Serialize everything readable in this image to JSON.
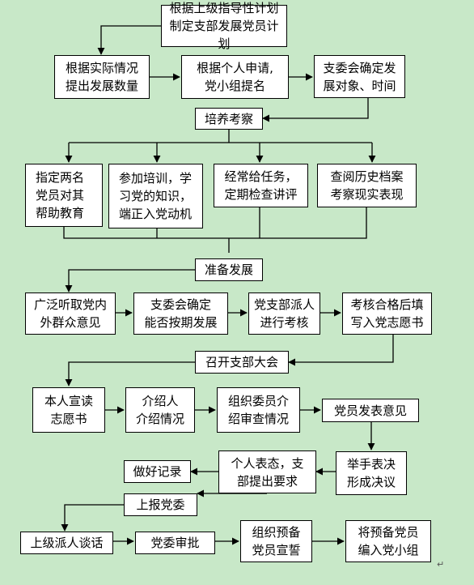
{
  "colors": {
    "background": "#c8e8c8",
    "box_fill": "#ffffff",
    "line": "#000000"
  },
  "nodes": {
    "n1": "根据上级指导性计划\n制定支部发展党员计划",
    "n2": "根据实际情况\n提出发展数量",
    "n3": "根据个人申请,\n党小组提名",
    "n4": "支委会确定发\n展对象、时间",
    "n5": "培养考察",
    "n6": "指定两名\n党员对其\n帮助教育",
    "n7": "参加培训，学\n习党的知识，\n端正入党动机",
    "n8": "经常给任务，\n定期检查讲评",
    "n9": "查阅历史档案\n考察现实表现",
    "n10": "准备发展",
    "n11": "广泛听取党内\n外群众意见",
    "n12": "支委会确定\n能否按期发展",
    "n13": "党支部派人\n进行考核",
    "n14": "考核合格后填\n写入党志愿书",
    "n15": "召开支部大会",
    "n16": "本人宣读\n志愿书",
    "n17": "介绍人\n介绍情况",
    "n18": "组织委员介\n绍审查情况",
    "n19": "党员发表意见",
    "n20": "举手表决\n形成决议",
    "n21": "个人表态，支\n部提出要求",
    "n22": "做好记录",
    "n23": "上报党委",
    "n24": "上级派人谈话",
    "n25": "党委审批",
    "n26": "组织预备\n党员宣誓",
    "n27": "将预备党员\n编入党小组"
  },
  "end_mark": "↵"
}
